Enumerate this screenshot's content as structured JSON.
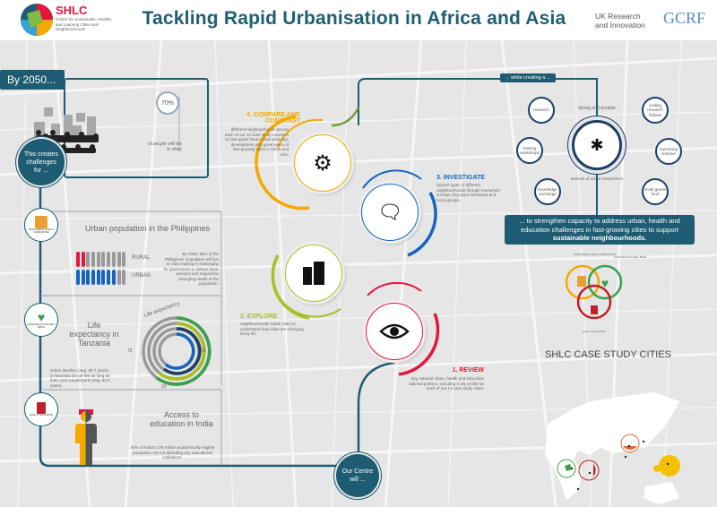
{
  "header": {
    "logo_name": "SHLC",
    "logo_subtitle": "Centre for Sustainable, Healthy and Learning Cities and Neighbourhoods",
    "title": "Tackling Rapid Urbanisation in Africa and Asia",
    "ukri": "UK Research and Innovation",
    "gcrf": "GCRF"
  },
  "intro": {
    "tab": "By 2050...",
    "percent": "70%",
    "percent_caption": "of people will live in cities",
    "challenges": "This creates challenges for ..."
  },
  "challenges": [
    {
      "icon": "sustainable-cities-icon",
      "badge": "SUSTAINABLE CITIES & COMMUNITIES",
      "title": "Urban population in the Philippines",
      "rural_label": "RURAL",
      "urban_label": "URBAN",
      "rural_fraction": 0.2,
      "urban_fraction": 0.8,
      "text": "By 2030, 80% of the Philippines' population will live in cities making it challenging for government to deliver basic services and respond to emerging needs of the population.",
      "colors": {
        "rural": "#e3173e",
        "urban": "#1565c0"
      }
    },
    {
      "icon": "heart-health-icon",
      "badge": "GOOD HEALTH AND WELL-BEING",
      "title": "Life expectancy in Tanzania",
      "chart_label": "Life expectancy",
      "ticks": [
        "75",
        "25",
        "50"
      ],
      "text": "Urban dwellers (avg. 59.7 years) in Tanzania do not live as long as their rural counterparts (avg. 63.4 years)."
    },
    {
      "icon": "book-education-icon",
      "badge": "QUALITY EDUCATION",
      "title": "Access to education in India",
      "text": "40% of India's 175 million academically eligible population are not attending any educational institutions."
    }
  ],
  "steps": [
    {
      "num": "1. REVIEW",
      "text": "key national urban, health and education national policies, including a city profile for each of our 14 case study cities.",
      "color": "#e3173e",
      "icon": "eye-icon"
    },
    {
      "num": "2. EXPLORE",
      "text": "neighbourhoods inside cities to understand how cities are changing bit by bit.",
      "color": "#a8c023",
      "icon": "buildings-icon"
    },
    {
      "num": "3. INVESTIGATE",
      "text": "'typical' types of different neighbourhoods through household surveys, key actor interviews and focus groups.",
      "color": "#1565c0",
      "icon": "chat-icon"
    },
    {
      "num": "4. COMPARE AND CONTRAST",
      "text": "different neighbourhoods across each of our 14 case study countries to help guide future urban planning, development and governance of fast-growing cities in Africa and Asia.",
      "color": "#f5a800",
      "icon": "gears-icon"
    }
  ],
  "centre": {
    "label": "Our Centre will ..."
  },
  "network": {
    "tab": "... while creating a ...",
    "ring_top": "strong and durable",
    "ring_bottom": "network of urban researchers",
    "bubbles": [
      "research",
      "training workshops",
      "knowledge exchange",
      "visiting research fellows",
      "mentoring scheme",
      "small grants fund"
    ]
  },
  "goal": {
    "text": "... to strengthen capacity to address urban, health and education challenges in fast-growing cities to support",
    "bold": "sustainable neighbourhoods."
  },
  "venn": {
    "labels": [
      "SUSTAINABLE CITIES & COMMUNITIES",
      "GOOD HEALTH & WELL-BEING",
      "QUALITY EDUCATION"
    ]
  },
  "map": {
    "title": "SHLC CASE STUDY CITIES"
  }
}
